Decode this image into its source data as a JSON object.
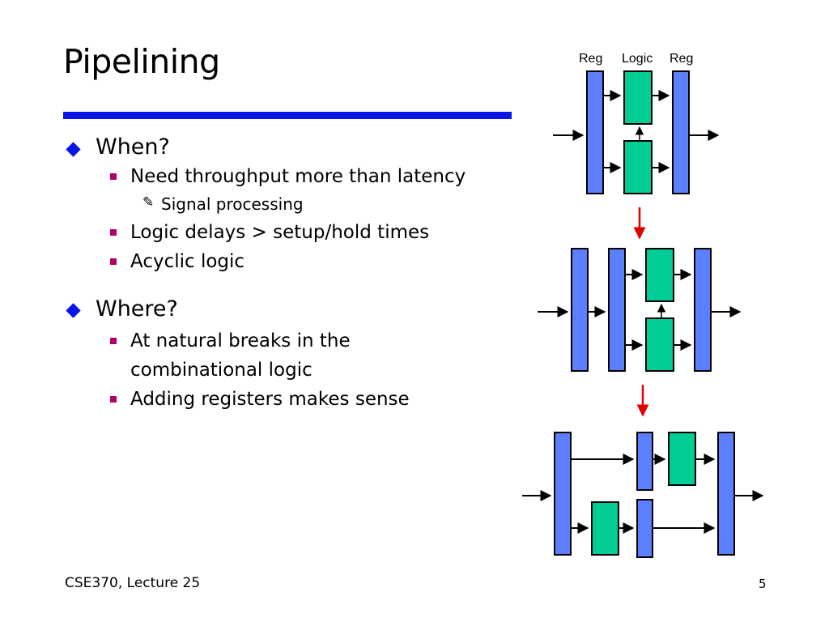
{
  "slide": {
    "title": "Pipelining",
    "bullets": [
      {
        "text": "When?",
        "subs": [
          {
            "text": "Need throughput more than latency",
            "subsub": "Signal processing"
          },
          {
            "text": "Logic delays > setup/hold times"
          },
          {
            "text": "Acyclic logic"
          }
        ]
      },
      {
        "text": "Where?",
        "subs": [
          {
            "text": "At natural breaks in the",
            "text2": "combinational logic"
          },
          {
            "text": "Adding registers makes sense"
          }
        ]
      }
    ],
    "footer_left": "CSE370, Lecture 25",
    "page_number": "5"
  },
  "diagram": {
    "header_labels": [
      "Reg",
      "Logic",
      "Reg"
    ],
    "colors": {
      "register": "#5b7fff",
      "logic": "#00cc96",
      "stage_arrow": "#e00000",
      "wire": "#000000"
    }
  }
}
